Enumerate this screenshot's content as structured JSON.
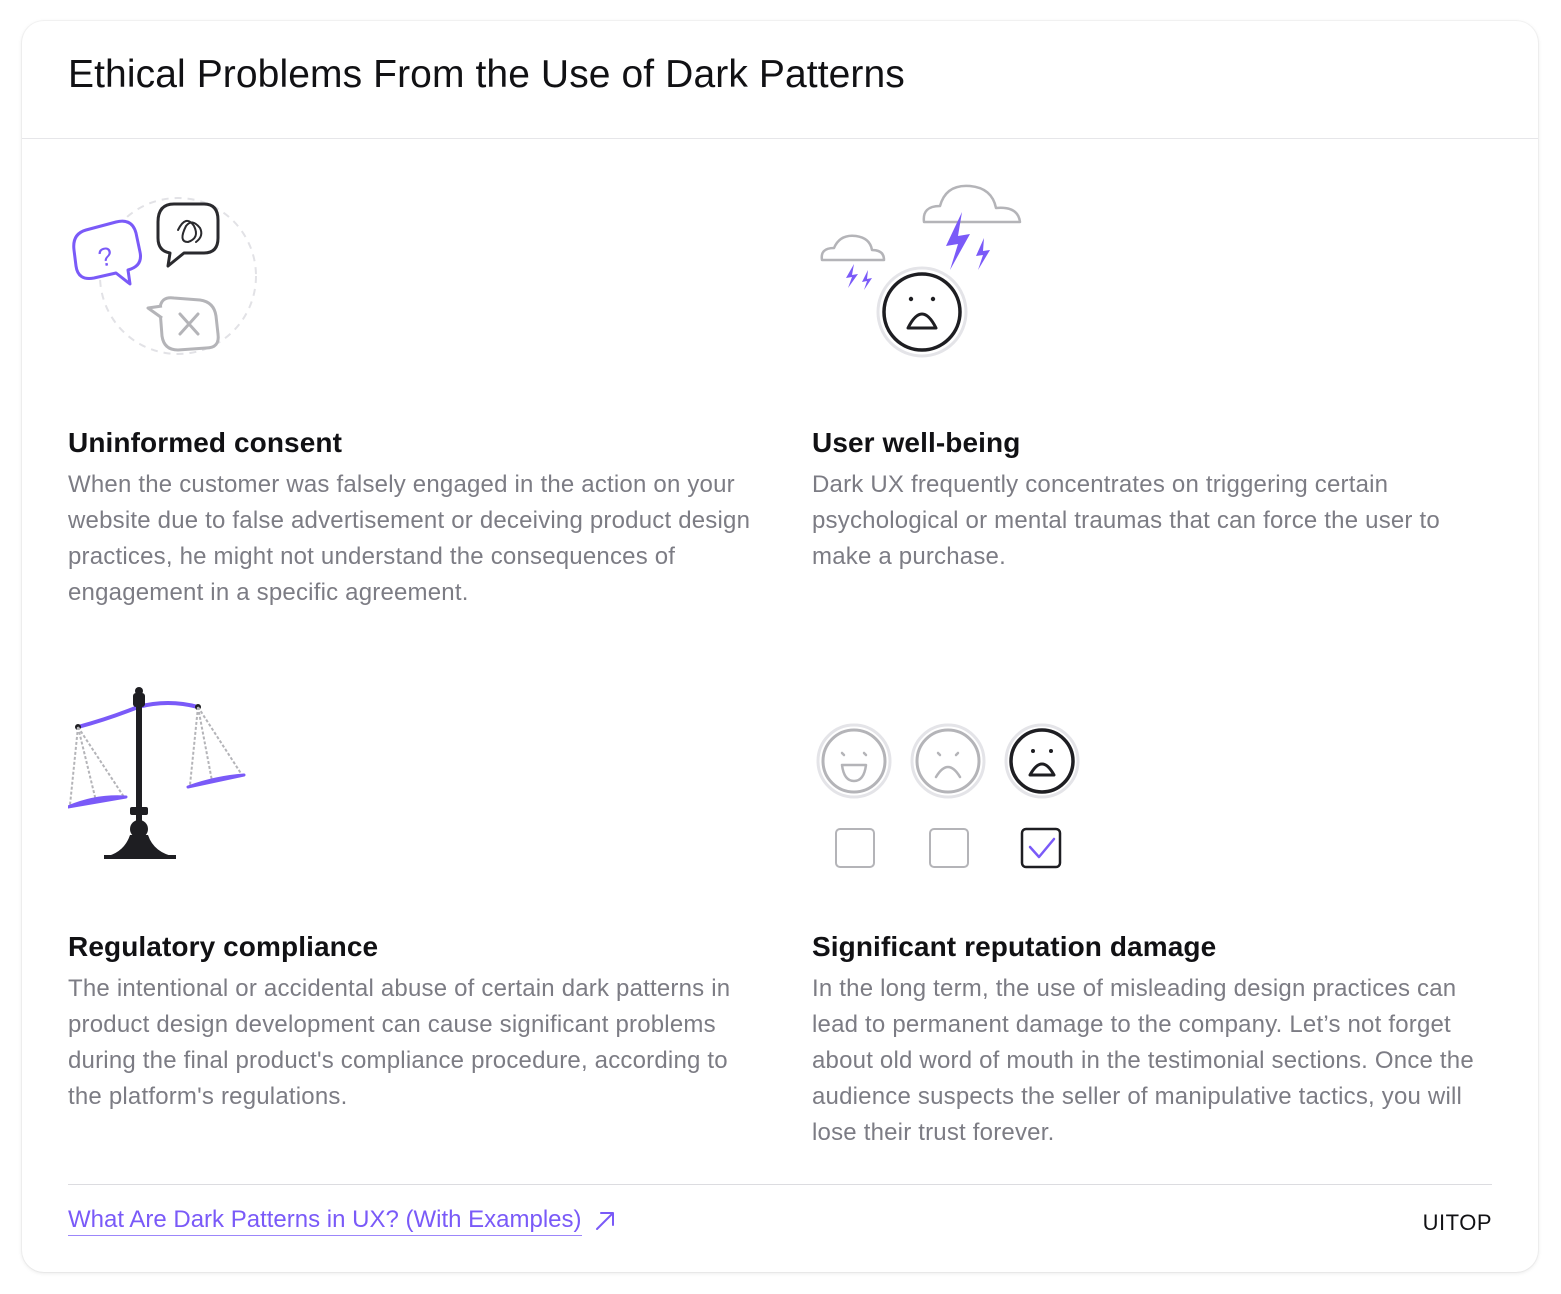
{
  "page_title": "Ethical Problems From the Use of Dark Patterns",
  "colors": {
    "accent": "#7a5af8",
    "heading": "#111114",
    "body_text": "#7c7c84",
    "icon_gray": "#b4b4b8",
    "icon_dark": "#1e1e22"
  },
  "items": [
    {
      "icon": "speech-bubbles-icon",
      "title": "Uninformed consent",
      "description": "When the customer was falsely engaged in the action on your website due to false advertisement or deceiving product design practices, he might not understand the consequences of engagement in a specific agreement."
    },
    {
      "icon": "storm-clouds-sad-face-icon",
      "title": "User well-being",
      "description": "Dark UX frequently concentrates on triggering certain psychological or mental traumas that can force the user to make a purchase."
    },
    {
      "icon": "scales-icon",
      "title": "Regulatory compliance",
      "description": "The intentional or accidental abuse of certain dark patterns in product design development can cause significant problems during the final product's compliance procedure, according to the platform's regulations."
    },
    {
      "icon": "rating-faces-checkbox-icon",
      "title": "Significant reputation damage",
      "description": "In the long term, the use of misleading design practices can lead to permanent damage to the company. Let’s not forget about old word of mouth in the testimonial sections. Once the audience suspects the seller of manipulative tactics, you will lose their trust forever."
    }
  ],
  "footer": {
    "link_text": "What Are Dark Patterns in UX? (With Examples)",
    "link_icon": "arrow-up-right-icon",
    "brand": "UITOP"
  }
}
